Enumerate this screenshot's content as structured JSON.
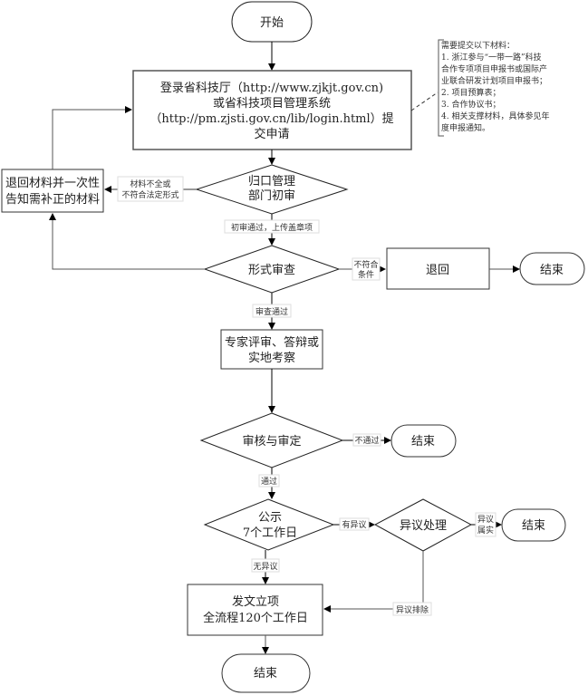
{
  "nodes": {
    "start": "开始",
    "submit": [
      "登录省科技厅（http://www.zjkjt.gov.cn)",
      "或省科技项目管理系统",
      "（http://pm.zjsti.gov.cn/lib/login.html）提",
      "交申请"
    ],
    "return_materials": [
      "退回材料并一次性",
      "告知需补正的材料"
    ],
    "initial_review": [
      "归口管理",
      "部门初审"
    ],
    "form_review": "形式审查",
    "reject": "退回",
    "end_reject": "结束",
    "expert_review": [
      "专家评审、答辩或",
      "实地考察"
    ],
    "audit": "审核与审定",
    "end_audit": "结束",
    "publicity": [
      "公示",
      "7个工作日"
    ],
    "objection": "异议处理",
    "end_objection": "结束",
    "approve": [
      "发文立项",
      "全流程120个工作日"
    ],
    "end_final": "结束"
  },
  "edge_labels": {
    "incomplete": [
      "材料不全或",
      "不符合法定形式"
    ],
    "initial_pass": "初审通过，上传盖章项",
    "not_meet": [
      "不符合",
      "条件"
    ],
    "review_pass": "审查通过",
    "audit_fail": "不通过",
    "audit_pass": "通过",
    "has_objection": "有异议",
    "objection_valid": [
      "异议",
      "属实"
    ],
    "no_objection": "无异议",
    "objection_cleared": "异议排除"
  },
  "note": [
    "需要提交以下材料：",
    "1. 浙江参与“一带一路”科技",
    "合作专项项目申报书或国际产",
    "业联合研发计划项目申报书；",
    "2. 项目预算表；",
    "3. 合作协议书；",
    "4. 相关支撑材料，具体参见年",
    "度申报通知。"
  ]
}
